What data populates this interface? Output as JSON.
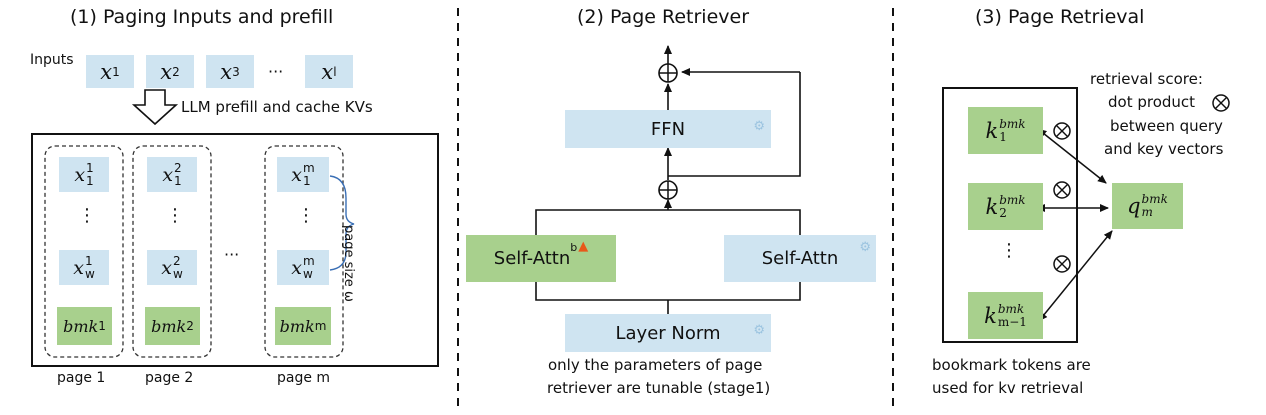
{
  "titles": {
    "paging": "(1) Paging Inputs and prefill",
    "retriever": "(2) Page Retriever",
    "retrieval": "(3) Page Retrieval"
  },
  "paging": {
    "inputs_label": "Inputs",
    "inputs": [
      "x",
      "x",
      "x",
      "x"
    ],
    "input_subs": [
      "1",
      "2",
      "3",
      "l"
    ],
    "ellipsis": "···",
    "prefill_label": "LLM prefill and cache KVs",
    "pages": [
      {
        "sup": "1",
        "bmk": "bmk",
        "label": "page 1"
      },
      {
        "sup": "2",
        "bmk": "bmk",
        "label": "page 2"
      },
      {
        "sup": "m",
        "bmk": "bmk",
        "label": "page m"
      }
    ],
    "token_base": "x",
    "sub_first": "1",
    "sub_last": "w",
    "vdots": "⋮",
    "between_pages": "···",
    "page_size_label": "page size ω"
  },
  "retriever": {
    "ffn": "FFN",
    "self_attn_b": "Self-Attn",
    "self_attn_b_sup": "b",
    "fire_icon": "fire-icon",
    "self_attn": "Self-Attn",
    "layer_norm": "Layer Norm",
    "caption_line1": "only the parameters of page",
    "caption_line2": "retriever are tunable (stage1)"
  },
  "retrieval": {
    "score_line1": "retrieval score:",
    "score_line2": "dot product",
    "score_line3": "between query",
    "score_line4": "and key vectors",
    "k": "k",
    "bmk": "bmk",
    "k_subs": [
      "1",
      "2",
      "m−1"
    ],
    "q": "q",
    "q_sub": "m",
    "vdots": "⋮",
    "caption_line1": "bookmark tokens are",
    "caption_line2": "used for kv retrieval"
  },
  "colors": {
    "blue": "#cfe4f1",
    "green": "#a8d08d",
    "line": "#111111",
    "dash_blue": "#3a6fb5"
  }
}
